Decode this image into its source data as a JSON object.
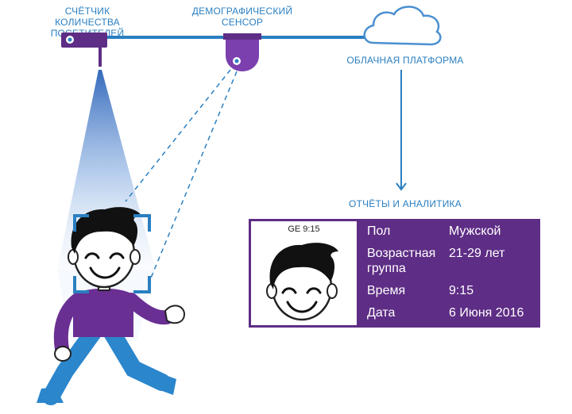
{
  "labels": {
    "visitor_counter": [
      "СЧЁТЧИК КОЛИЧЕСТВА",
      "ПОСЕТИТЕЛЕЙ"
    ],
    "demographic_sensor": [
      "ДЕМОГРАФИЧЕСКИЙ",
      "СЕНСОР"
    ],
    "cloud_platform": "ОБЛАЧНАЯ ПЛАТФОРМА",
    "reports": "ОТЧЁТЫ И АНАЛИТИКА"
  },
  "report": {
    "timestamp": "GE 9:15",
    "rows": [
      {
        "label": [
          "Пол"
        ],
        "value": "Мужской"
      },
      {
        "label": [
          "Возрастная",
          "группа"
        ],
        "value": "21-29 лет"
      },
      {
        "label": [
          "Время"
        ],
        "value": "9:15"
      },
      {
        "label": [
          "Дата"
        ],
        "value": "6 Июня 2016"
      }
    ]
  },
  "colors": {
    "line_blue": "#2a7fc1",
    "purple": "#5e2d85",
    "cloud_stroke": "#4a8fd0",
    "frame_blue": "#2a7fc1",
    "person_purple": "#6a2f93",
    "jeans_blue": "#2b86cc"
  },
  "icons": [
    "visitor-counter-device-icon",
    "dome-camera-icon",
    "cloud-icon",
    "person-illustration",
    "face-portrait-icon"
  ]
}
